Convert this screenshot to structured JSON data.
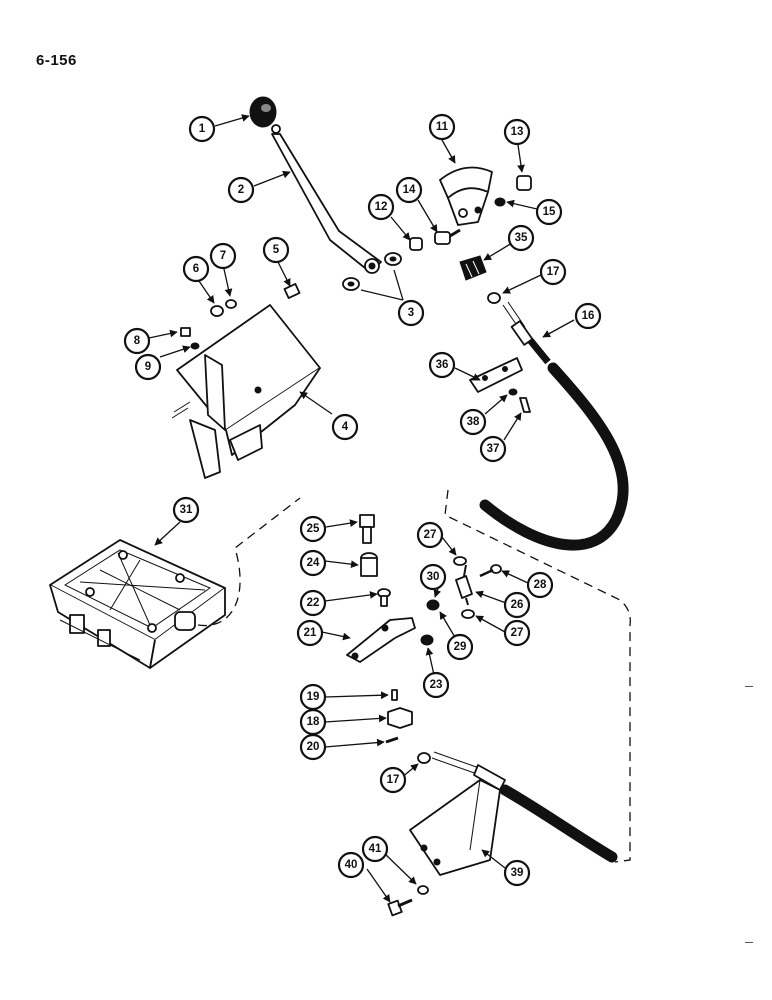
{
  "page_number": "6-156",
  "callouts": [
    "1",
    "2",
    "3",
    "4",
    "5",
    "6",
    "7",
    "8",
    "9",
    "11",
    "12",
    "13",
    "14",
    "15",
    "16",
    "17",
    "35",
    "36",
    "37",
    "38",
    "31",
    "25",
    "24",
    "22",
    "21",
    "23",
    "27",
    "28",
    "26",
    "27",
    "29",
    "30",
    "19",
    "18",
    "20",
    "17",
    "39",
    "40",
    "41"
  ]
}
